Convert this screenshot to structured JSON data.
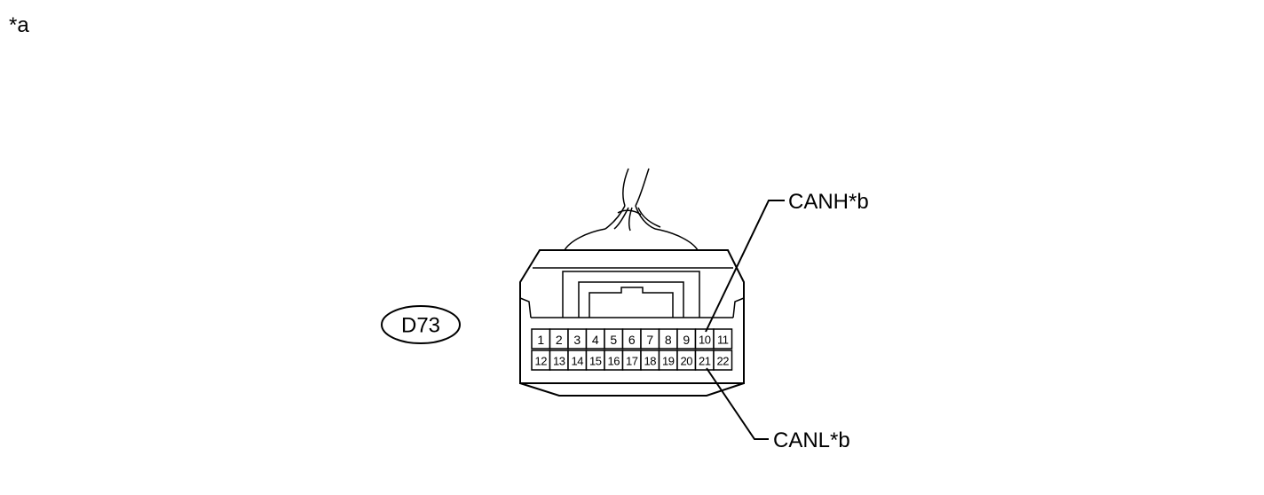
{
  "view_marker": "*a",
  "connector": {
    "code": "D73",
    "pins_row1": [
      "1",
      "2",
      "3",
      "4",
      "5",
      "6",
      "7",
      "8",
      "9",
      "10",
      "11"
    ],
    "pins_row2": [
      "12",
      "13",
      "14",
      "15",
      "16",
      "17",
      "18",
      "19",
      "20",
      "21",
      "22"
    ]
  },
  "callouts": {
    "canh": {
      "label": "CANH*b",
      "pin": "10"
    },
    "canl": {
      "label": "CANL*b",
      "pin": "21"
    }
  },
  "colors": {
    "line": "#000000",
    "background": "#ffffff"
  }
}
